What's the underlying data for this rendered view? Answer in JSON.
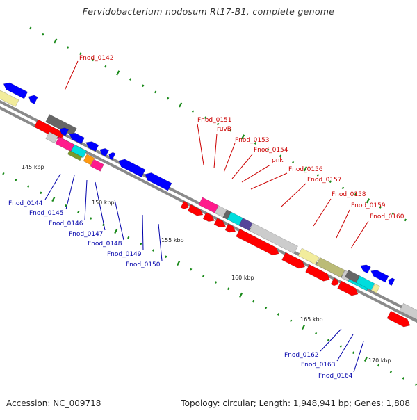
{
  "title": "Fervidobacterium nodosum Rt17-B1, complete genome",
  "footer": {
    "accession": "Accession: NC_009718",
    "summary": "Topology: circular; Length: 1,948,941 bp; Genes: 1,808"
  },
  "scale_labels": [
    "145 kbp",
    "150 kbp",
    "155 kbp",
    "160 kbp",
    "165 kbp",
    "170 kbp"
  ],
  "forward_gene_labels": [
    "Fnod_0142",
    "Fnod_0151",
    "ruvB",
    "Fnod_0153",
    "Fnod_0154",
    "pnk",
    "Fnod_0156",
    "Fnod_0157",
    "Fnod_0158",
    "Fnod_0159",
    "Fnod_0160"
  ],
  "reverse_gene_labels": [
    "Fnod_0144",
    "Fnod_0145",
    "Fnod_0146",
    "Fnod_0147",
    "Fnod_0148",
    "Fnod_0149",
    "Fnod_0150",
    "Fnod_0162",
    "Fnod_0163",
    "Fnod_0164"
  ],
  "colors": {
    "forward_label": "#cc0000",
    "reverse_label": "#0000aa",
    "backbone": "#777777",
    "tick": "#1a8a1a",
    "cds_forward": "#ff0000",
    "cds_reverse": "#0000ff",
    "pink": "#ff1a8c",
    "light_gray": "#cccccc",
    "dark_gray": "#666666",
    "cyan": "#00dddd",
    "khaki": "#bbbb77",
    "pale_yellow": "#f2ec9c",
    "olive": "#7a9a2a",
    "orange": "#ff9911",
    "purple": "#554499"
  }
}
